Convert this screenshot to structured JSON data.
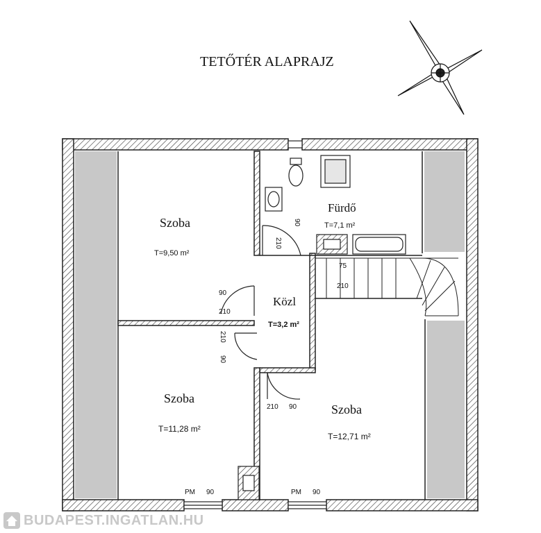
{
  "title": "TETŐTÉR ALAPRAJZ",
  "rooms": [
    {
      "name": "Szoba",
      "area": "T=9,50 m²"
    },
    {
      "name": "Fürdő",
      "area": "T=7,1 m²"
    },
    {
      "name": "Közl",
      "area": "T=3,2 m²"
    },
    {
      "name": "Szoba",
      "area": "T=11,28 m²"
    },
    {
      "name": "Szoba",
      "area": "T=12,71 m²"
    }
  ],
  "door_dims": {
    "bath_a": "210",
    "bath_b": "90",
    "left_a": "90",
    "left_b": "210",
    "mid_a": "210",
    "mid_b": "90",
    "bottom_a": "210",
    "bottom_b": "90",
    "stair_a": "75",
    "stair_b": "210"
  },
  "windows": [
    {
      "label": "PM",
      "width": "90"
    },
    {
      "label": "PM",
      "width": "90"
    }
  ],
  "watermark": "BUDAPEST.INGATLAN.HU",
  "colors": {
    "wall": "#222222",
    "roof_zone": "#c8c8c8",
    "watermark": "#c8c8c8"
  }
}
